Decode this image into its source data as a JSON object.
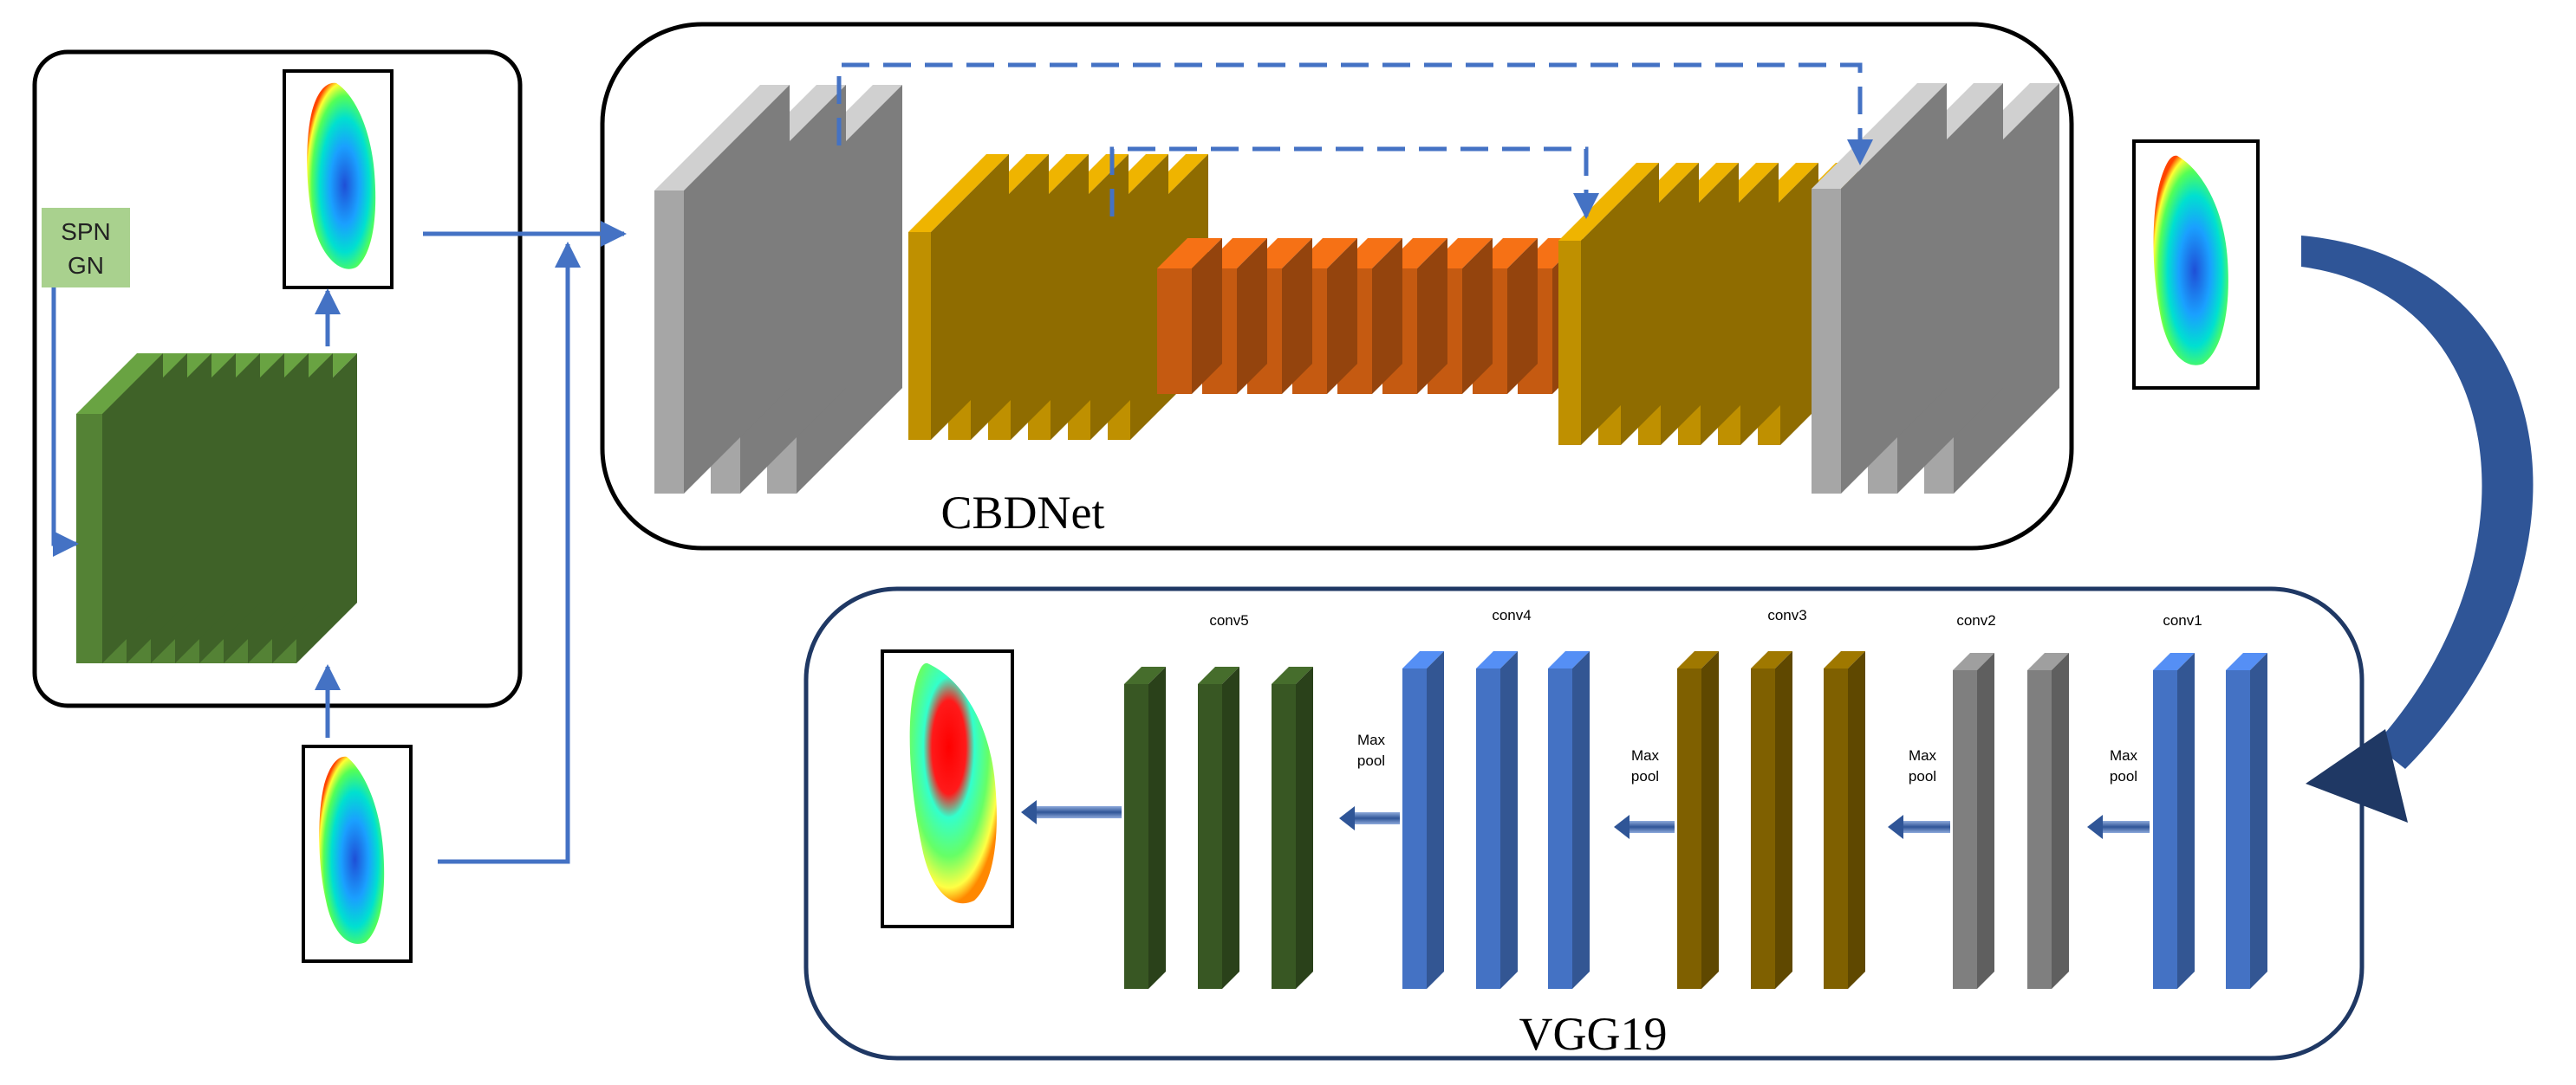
{
  "diagram": {
    "noise_box": {
      "label_line1": "SPN",
      "label_line2": "GN"
    },
    "cbdnet": {
      "title": "CBDNet"
    },
    "vgg19": {
      "title": "VGG19",
      "blocks": [
        {
          "name": "conv1",
          "pool_label_line1": "Max",
          "pool_label_line2": "pool"
        },
        {
          "name": "conv2",
          "pool_label_line1": "Max",
          "pool_label_line2": "pool"
        },
        {
          "name": "conv3",
          "pool_label_line1": "Max",
          "pool_label_line2": "pool"
        },
        {
          "name": "conv4",
          "pool_label_line1": "Max",
          "pool_label_line2": "pool"
        },
        {
          "name": "conv5"
        }
      ]
    },
    "colors": {
      "green_block": "#548235",
      "gray_block": "#a6a6a6",
      "gold_block": "#bf9000",
      "orange_block": "#c55a11",
      "vgg_blue": "#4472c4",
      "vgg_gold": "#7f6000",
      "vgg_gray": "#7f7f7f",
      "vgg_green": "#385723",
      "arrow_blue": "#4472c4",
      "container_dark_blue": "#1f3864",
      "label_box_green": "#a9d18e"
    },
    "icons": [
      "input-image-icon",
      "noisy-image-icon",
      "denoised-image-icon",
      "heatmap-image-icon"
    ]
  }
}
